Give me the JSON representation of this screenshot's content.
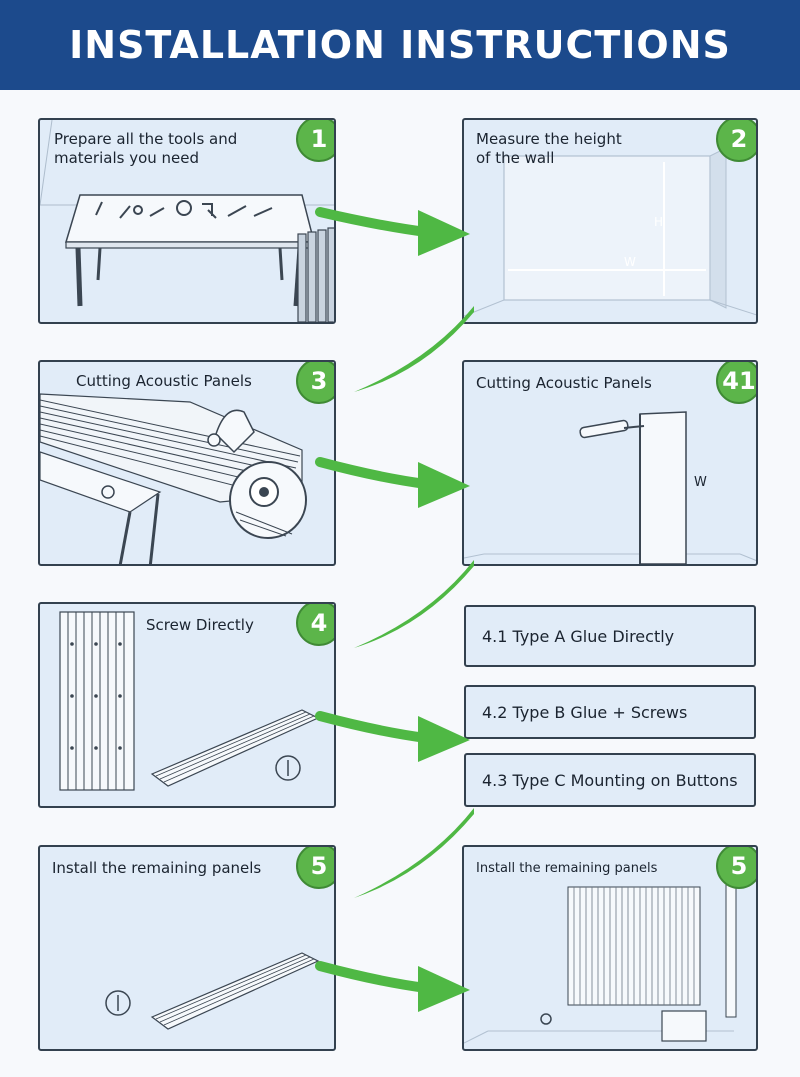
{
  "header": {
    "title": "INSTALLATION INSTRUCTIONS"
  },
  "steps": [
    {
      "badge": "1",
      "caption_line1": "Prepare all the tools and",
      "caption_line2": "materials you need"
    },
    {
      "badge": "2",
      "caption_line1": "Measure the height",
      "caption_line2": "of the wall",
      "label_h": "H",
      "label_w": "W"
    },
    {
      "badge": "3",
      "caption": "Cutting Acoustic Panels"
    },
    {
      "badge": "41",
      "caption": "Cutting Acoustic Panels",
      "label_w": "W"
    },
    {
      "badge": "4",
      "caption": "Screw Directly"
    },
    {
      "badge": "5",
      "caption": "Install the remaining panels"
    },
    {
      "badge": "5",
      "caption": "Install the remaining panels"
    }
  ],
  "options": [
    {
      "label": "4.1 Type A Glue Directly"
    },
    {
      "label": "4.2 Type B Glue + Screws"
    },
    {
      "label": "4.3 Type C Mounting on Buttons"
    }
  ],
  "colors": {
    "header_bg": "#1c4a8c",
    "badge_green": "#5cb54a",
    "arrow_green": "#4fb844",
    "panel_bg": "#e1ecf8"
  }
}
